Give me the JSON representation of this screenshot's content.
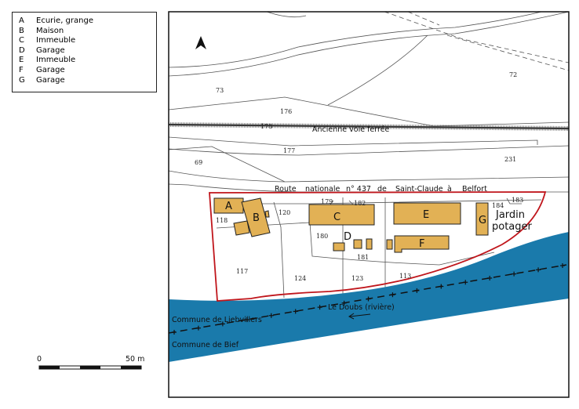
{
  "legend": [
    {
      "key": "A",
      "label": "Ecurie, grange"
    },
    {
      "key": "B",
      "label": "Maison"
    },
    {
      "key": "C",
      "label": "Immeuble"
    },
    {
      "key": "D",
      "label": "Garage"
    },
    {
      "key": "E",
      "label": "Immeuble"
    },
    {
      "key": "F",
      "label": "Garage"
    },
    {
      "key": "G",
      "label": "Garage"
    }
  ],
  "scale": {
    "start": "0",
    "end": "50 m"
  },
  "map": {
    "road_words": [
      "Route",
      "nationale",
      "n° 437",
      "de",
      "Saint-Claude",
      "à",
      "Belfort"
    ],
    "railway": "Ancienne voie ferrée",
    "river": "Le Doubs (rivière)",
    "commune_north": "Commune de Liebvillers",
    "commune_south": "Commune de Bief",
    "garden": [
      "Jardin",
      "potager"
    ],
    "buildings": {
      "A": "A",
      "B": "B",
      "C": "C",
      "D": "D",
      "E": "E",
      "F": "F",
      "G": "G"
    },
    "parcels": {
      "p73": "73",
      "p72": "72",
      "p176": "176",
      "p178": "178",
      "p177": "177",
      "p69": "69",
      "p231": "231",
      "p118": "118",
      "p120": "120",
      "p179": "179",
      "p182": "182",
      "p183": "183",
      "p184": "184",
      "p180": "180",
      "p181": "181",
      "p117": "117",
      "p124": "124",
      "p123": "123",
      "p113": "113"
    },
    "colors": {
      "river": "#1a7aab",
      "building": "#e2b155",
      "boundary": "#c0161c"
    }
  }
}
